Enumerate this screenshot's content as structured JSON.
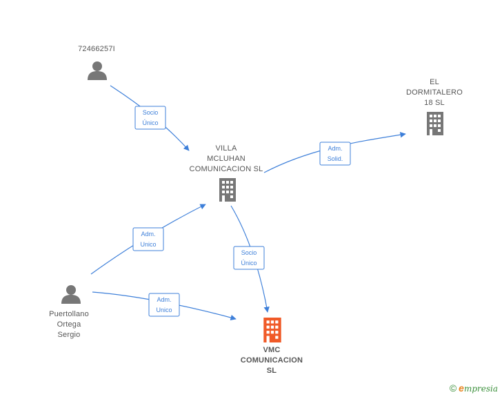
{
  "nodes": {
    "person_72466257": {
      "lines": [
        "72466257I"
      ],
      "kind": "person"
    },
    "el_dormitalero": {
      "lines": [
        "EL",
        "DORMITALERO",
        "18  SL"
      ],
      "kind": "company"
    },
    "villa_mcluhan": {
      "lines": [
        "VILLA",
        "MCLUHAN",
        "COMUNICACION SL"
      ],
      "kind": "company"
    },
    "puertollano": {
      "lines": [
        "Puertollano",
        "Ortega",
        "Sergio"
      ],
      "kind": "person"
    },
    "vmc": {
      "lines": [
        "VMC",
        "COMUNICACION",
        "SL"
      ],
      "kind": "company-main"
    }
  },
  "edges": {
    "e1": [
      "Socio",
      "Único"
    ],
    "e2": [
      "Adm.",
      "Solid."
    ],
    "e3": [
      "Adm.",
      "Unico"
    ],
    "e4": [
      "Socio",
      "Único"
    ],
    "e5": [
      "Adm.",
      "Unico"
    ]
  },
  "colors": {
    "edge": "#3d7fd9",
    "icon_gray": "#777777",
    "icon_main": "#f05a28",
    "brand_green": "#3a8f3a",
    "brand_orange": "#e8821e"
  },
  "footer": {
    "copyright_symbol": "©",
    "brand_initial": "e",
    "brand_rest": "mpresia"
  }
}
